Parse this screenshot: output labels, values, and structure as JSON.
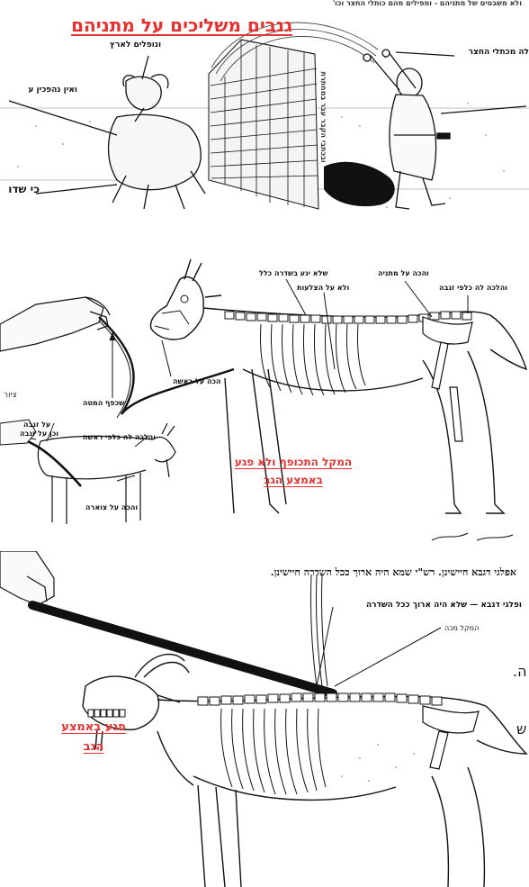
{
  "top_panel": {
    "header_strip": "ולא משבטים של מתניהם - ומפילים מהם כותלי החצר וכו'",
    "title": "גנבים משליכים על מתניהם",
    "falling_label": "ונופלים לארץ",
    "wall_label_right": "לה מכתלי החצר",
    "left_label_mid": "ואין נהפכין ע",
    "left_label_bottom": "כי שדו",
    "wall_inscription": "ובכתבי הקבר עבר במחתרת"
  },
  "middle_panel": {
    "labels": {
      "spine_left": "שלא יגע בשדרה כלל",
      "ribs": "ולא על הצלעות",
      "loins": "והכה על מתניה",
      "tail": "והלכה לה כלפי זנבה",
      "stick_bend": "שכפף המטה",
      "head": "הכה על ראשה",
      "small_tail": "על זנבה",
      "small_tail2": "וכן על זנבה",
      "small_head": "והלכה לה כלפי ראשה",
      "small_neck": "והכה על צוארה",
      "caption_left": "ציור"
    },
    "red_caption_line1": "המקל התכופף ולא פגע",
    "red_caption_line2": "באמצע הגב"
  },
  "bottom_panel": {
    "top_text": "אפלגי דגבא חיישינן. רש\"י שמא היה ארוך ככל השדרה חיישינן.",
    "label_spine": "ופלגי דגבא — שלא היה ארוך ככל השדרה",
    "label_stick": "המקל מכה",
    "red_caption_line1": "פגע באמצע",
    "red_caption_line2": "הגב",
    "side_char_1": "ה.",
    "side_char_2": "ש"
  },
  "colors": {
    "title_red": "#e8312e",
    "ink": "#111111",
    "paper": "#ffffff"
  }
}
